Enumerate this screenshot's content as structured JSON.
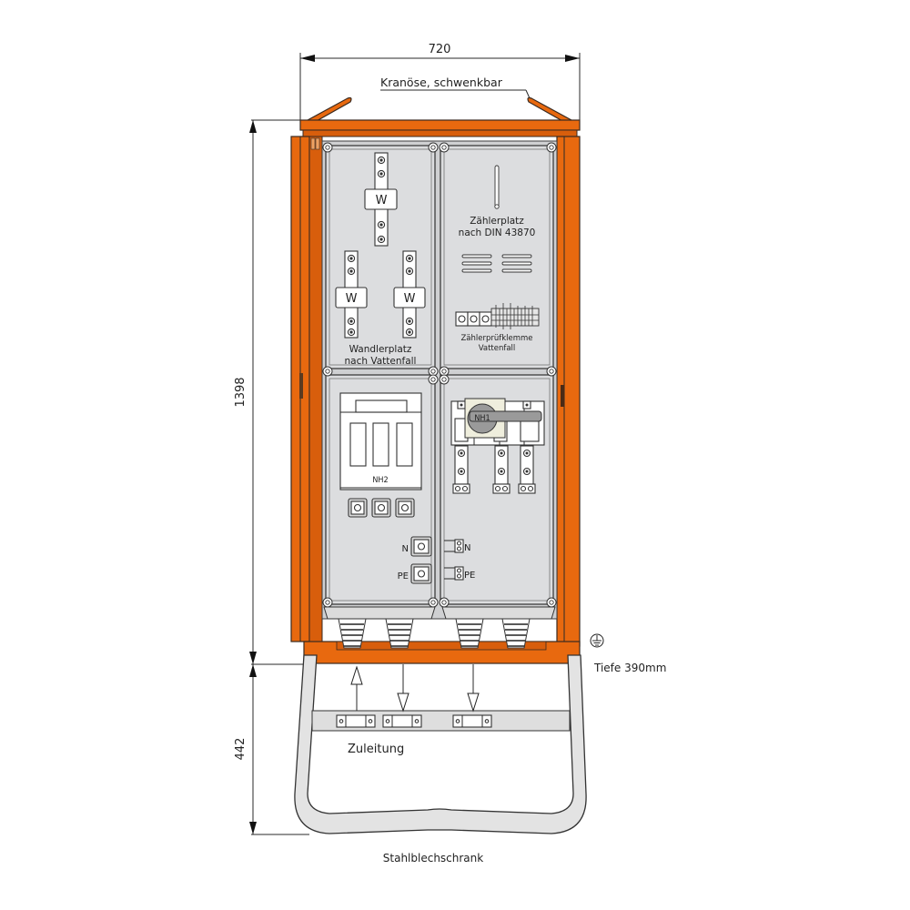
{
  "drawing": {
    "title": "Stahlblechschrank",
    "colors": {
      "housing_orange": "#e8690f",
      "panel_grey": "#dcdddf",
      "frame_grey": "#e3e3e3",
      "switch_handle": "#9a9a9a",
      "switch_plate": "#efeedd"
    }
  },
  "dimensions": {
    "width": "720",
    "height_cabinet": "1398",
    "height_frame": "442",
    "depth": "Tiefe 390mm"
  },
  "annotations": {
    "crane_eye": "Kranöse, schwenkbar",
    "feed": "Zuleitung",
    "ground_symbol": "earth-ground"
  },
  "panels": {
    "top_left": {
      "transformers": [
        "W",
        "W",
        "W"
      ],
      "label_line1": "Wandlerplatz",
      "label_line2": "nach Vattenfall"
    },
    "top_right": {
      "label_line1": "Zählerplatz",
      "label_line2": "nach DIN 43870",
      "terminal_label_line1": "Zählerprüfklemme",
      "terminal_label_line2": "Vattenfall"
    },
    "bottom_left": {
      "fuse_label": "NH2",
      "terminals": [
        "N",
        "PE"
      ]
    },
    "bottom_right": {
      "switch_label": "NH1",
      "terminals": [
        "N",
        "PE"
      ]
    }
  },
  "cable_glands": 4,
  "cable_arrows": [
    "up",
    "down",
    "down"
  ]
}
